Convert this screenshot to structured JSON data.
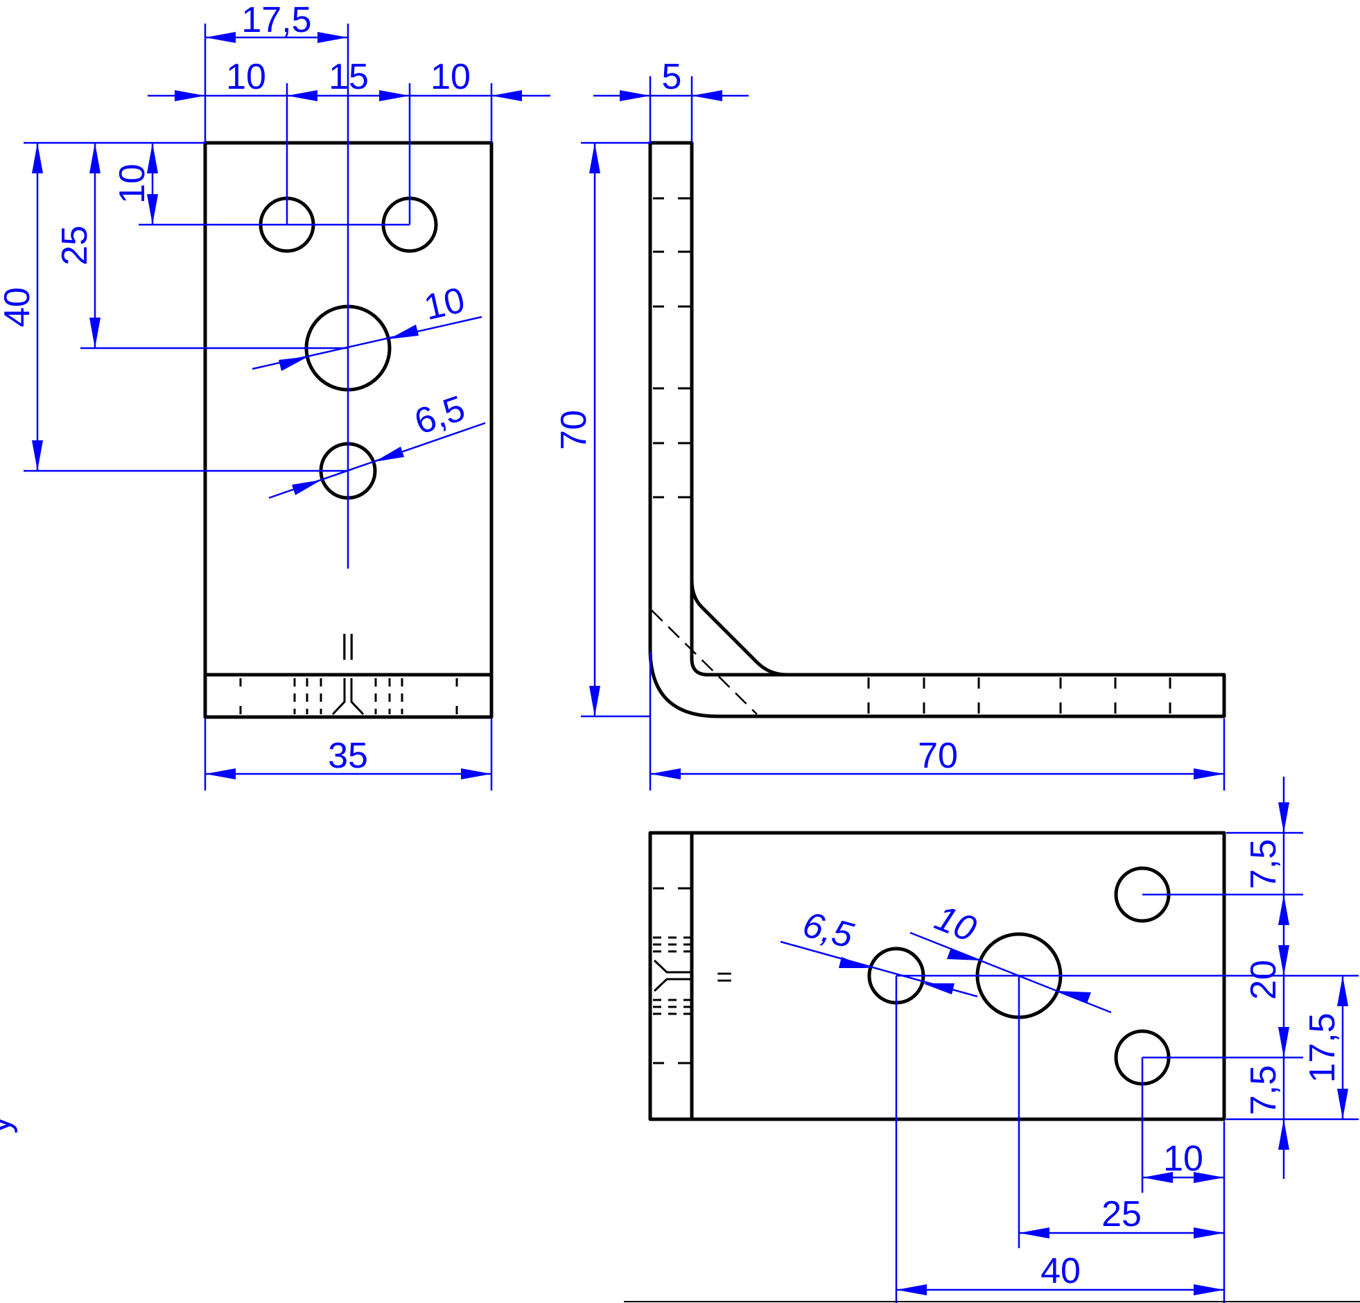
{
  "front_view": {
    "dims": {
      "d_17_5": "17,5",
      "d_10_left": "10",
      "d_15": "15",
      "d_10_right": "10",
      "d_10_vert": "10",
      "d_25": "25",
      "d_40": "40",
      "d_dia_10": "10",
      "d_dia_6_5": "6,5",
      "d_35": "35"
    },
    "bend_mark": "||"
  },
  "side_view": {
    "dims": {
      "d_5": "5",
      "d_70_vert": "70",
      "d_70_horiz": "70"
    }
  },
  "top_view": {
    "dims": {
      "d_7_5_top": "7,5",
      "d_20": "20",
      "d_17_5": "17,5",
      "d_7_5_bottom": "7,5",
      "d_dia_6_5": "6,5",
      "d_dia_10": "10",
      "d_10": "10",
      "d_25": "25",
      "d_40": "40"
    },
    "bend_mark": "="
  },
  "edge_mark": "y"
}
